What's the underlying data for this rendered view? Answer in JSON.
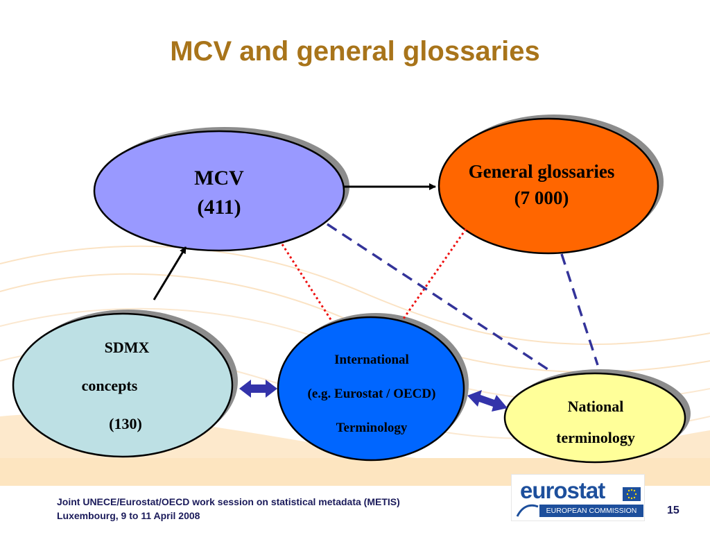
{
  "title": "MCV and general glossaries",
  "nodes": {
    "mcv": {
      "name": "MCV",
      "count": "(411)",
      "fill": "#9999ff"
    },
    "general_glossaries": {
      "name": "General glossaries",
      "count": "(7 000)",
      "fill": "#ff6600"
    },
    "sdmx": {
      "line1": "SDMX",
      "line2": "concepts",
      "line3": "(130)",
      "fill": "#bde0e4"
    },
    "international": {
      "line1": "International",
      "line2": "(e.g. Eurostat / OECD)",
      "line3": "Terminology",
      "fill": "#0066ff"
    },
    "national": {
      "line1": "National",
      "line2": "terminology",
      "fill": "#ffff99"
    }
  },
  "connector_colors": {
    "solid": "#000000",
    "dotted": "#ee1111",
    "dashed": "#333399",
    "double_arrow": "#3333aa"
  },
  "footer": {
    "line1": "Joint UNECE/Eurostat/OECD work session on statistical metadata (METIS)",
    "line2": "Luxembourg, 9 to 11 April 2008"
  },
  "page_number": "15",
  "logo": {
    "word": "eurostat",
    "subtitle": "EUROPEAN COMMISSION"
  }
}
